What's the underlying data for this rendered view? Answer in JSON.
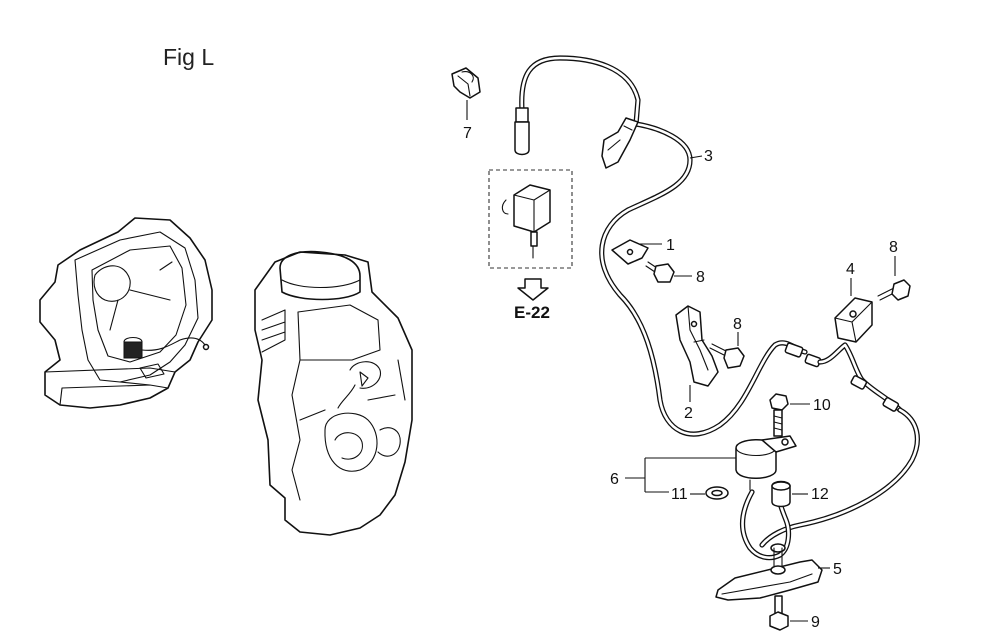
{
  "figure": {
    "title": "Fig L"
  },
  "reference": {
    "label": "E-22"
  },
  "callouts": [
    {
      "id": "c1",
      "label": "1"
    },
    {
      "id": "c2",
      "label": "2"
    },
    {
      "id": "c3",
      "label": "3"
    },
    {
      "id": "c4",
      "label": "4"
    },
    {
      "id": "c5",
      "label": "5"
    },
    {
      "id": "c6",
      "label": "6"
    },
    {
      "id": "c7",
      "label": "7"
    },
    {
      "id": "c8a",
      "label": "8"
    },
    {
      "id": "c8b",
      "label": "8"
    },
    {
      "id": "c8c",
      "label": "8"
    },
    {
      "id": "c9",
      "label": "9"
    },
    {
      "id": "c10",
      "label": "10"
    },
    {
      "id": "c11",
      "label": "11"
    },
    {
      "id": "c12",
      "label": "12"
    }
  ]
}
